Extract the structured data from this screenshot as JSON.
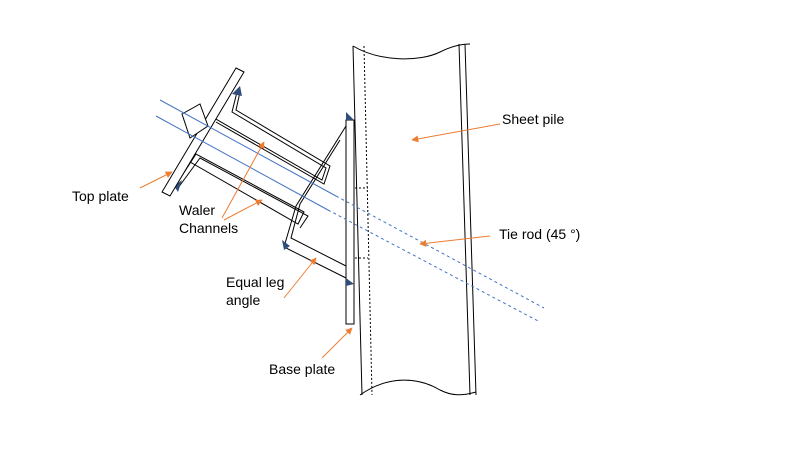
{
  "labels": {
    "sheet_pile": "Sheet pile",
    "tie_rod": "Tie rod (45 °)",
    "top_plate": "Top plate",
    "waler_line1": "Waler",
    "waler_line2": "Channels",
    "angle_line1": "Equal leg",
    "angle_line2": "angle",
    "base_plate": "Base plate"
  },
  "colors": {
    "outline": "#000000",
    "tie_rod": "#4472C4",
    "leader": "#ED7D31",
    "weld": "#2F4E7A"
  }
}
